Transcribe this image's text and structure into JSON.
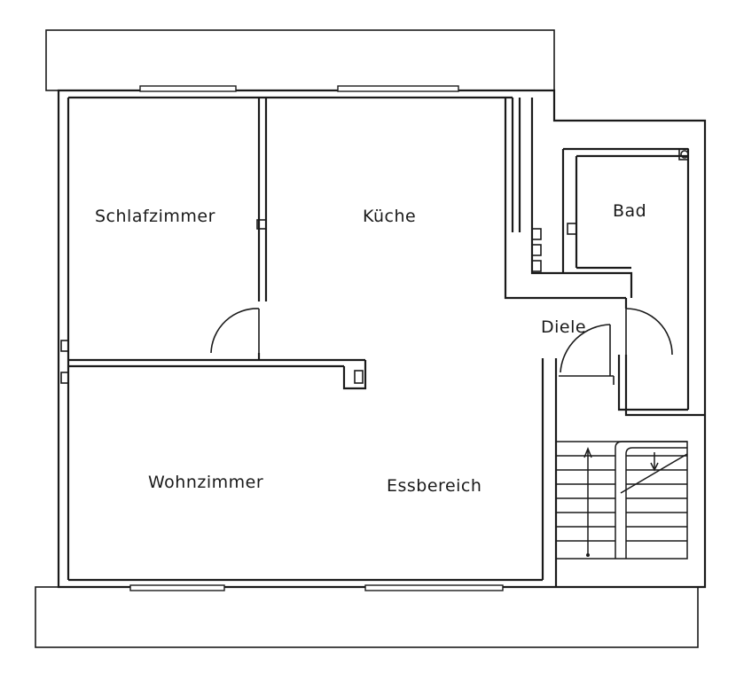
{
  "rooms": {
    "schlafzimmer": "Schlafzimmer",
    "kueche": "Küche",
    "bad": "Bad",
    "diele": "Diele",
    "wohnzimmer": "Wohnzimmer",
    "essbereich": "Essbereich"
  }
}
